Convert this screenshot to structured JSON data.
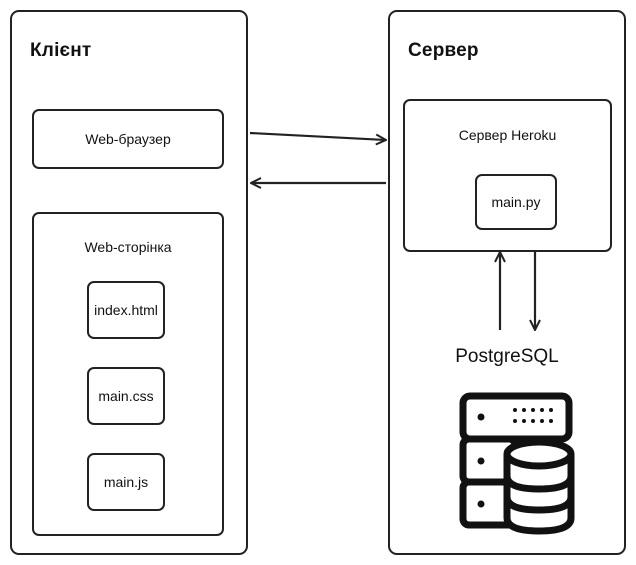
{
  "client": {
    "title": "Клієнт",
    "browser_label": "Web-браузер",
    "page_label": "Web-сторінка",
    "files": [
      "index.html",
      "main.css",
      "main.js"
    ]
  },
  "server": {
    "title": "Сервер",
    "heroku_label": "Сервер Heroku",
    "app_file": "main.py",
    "database_label": "PostgreSQL"
  },
  "icons": {
    "database": "database-server-icon"
  }
}
